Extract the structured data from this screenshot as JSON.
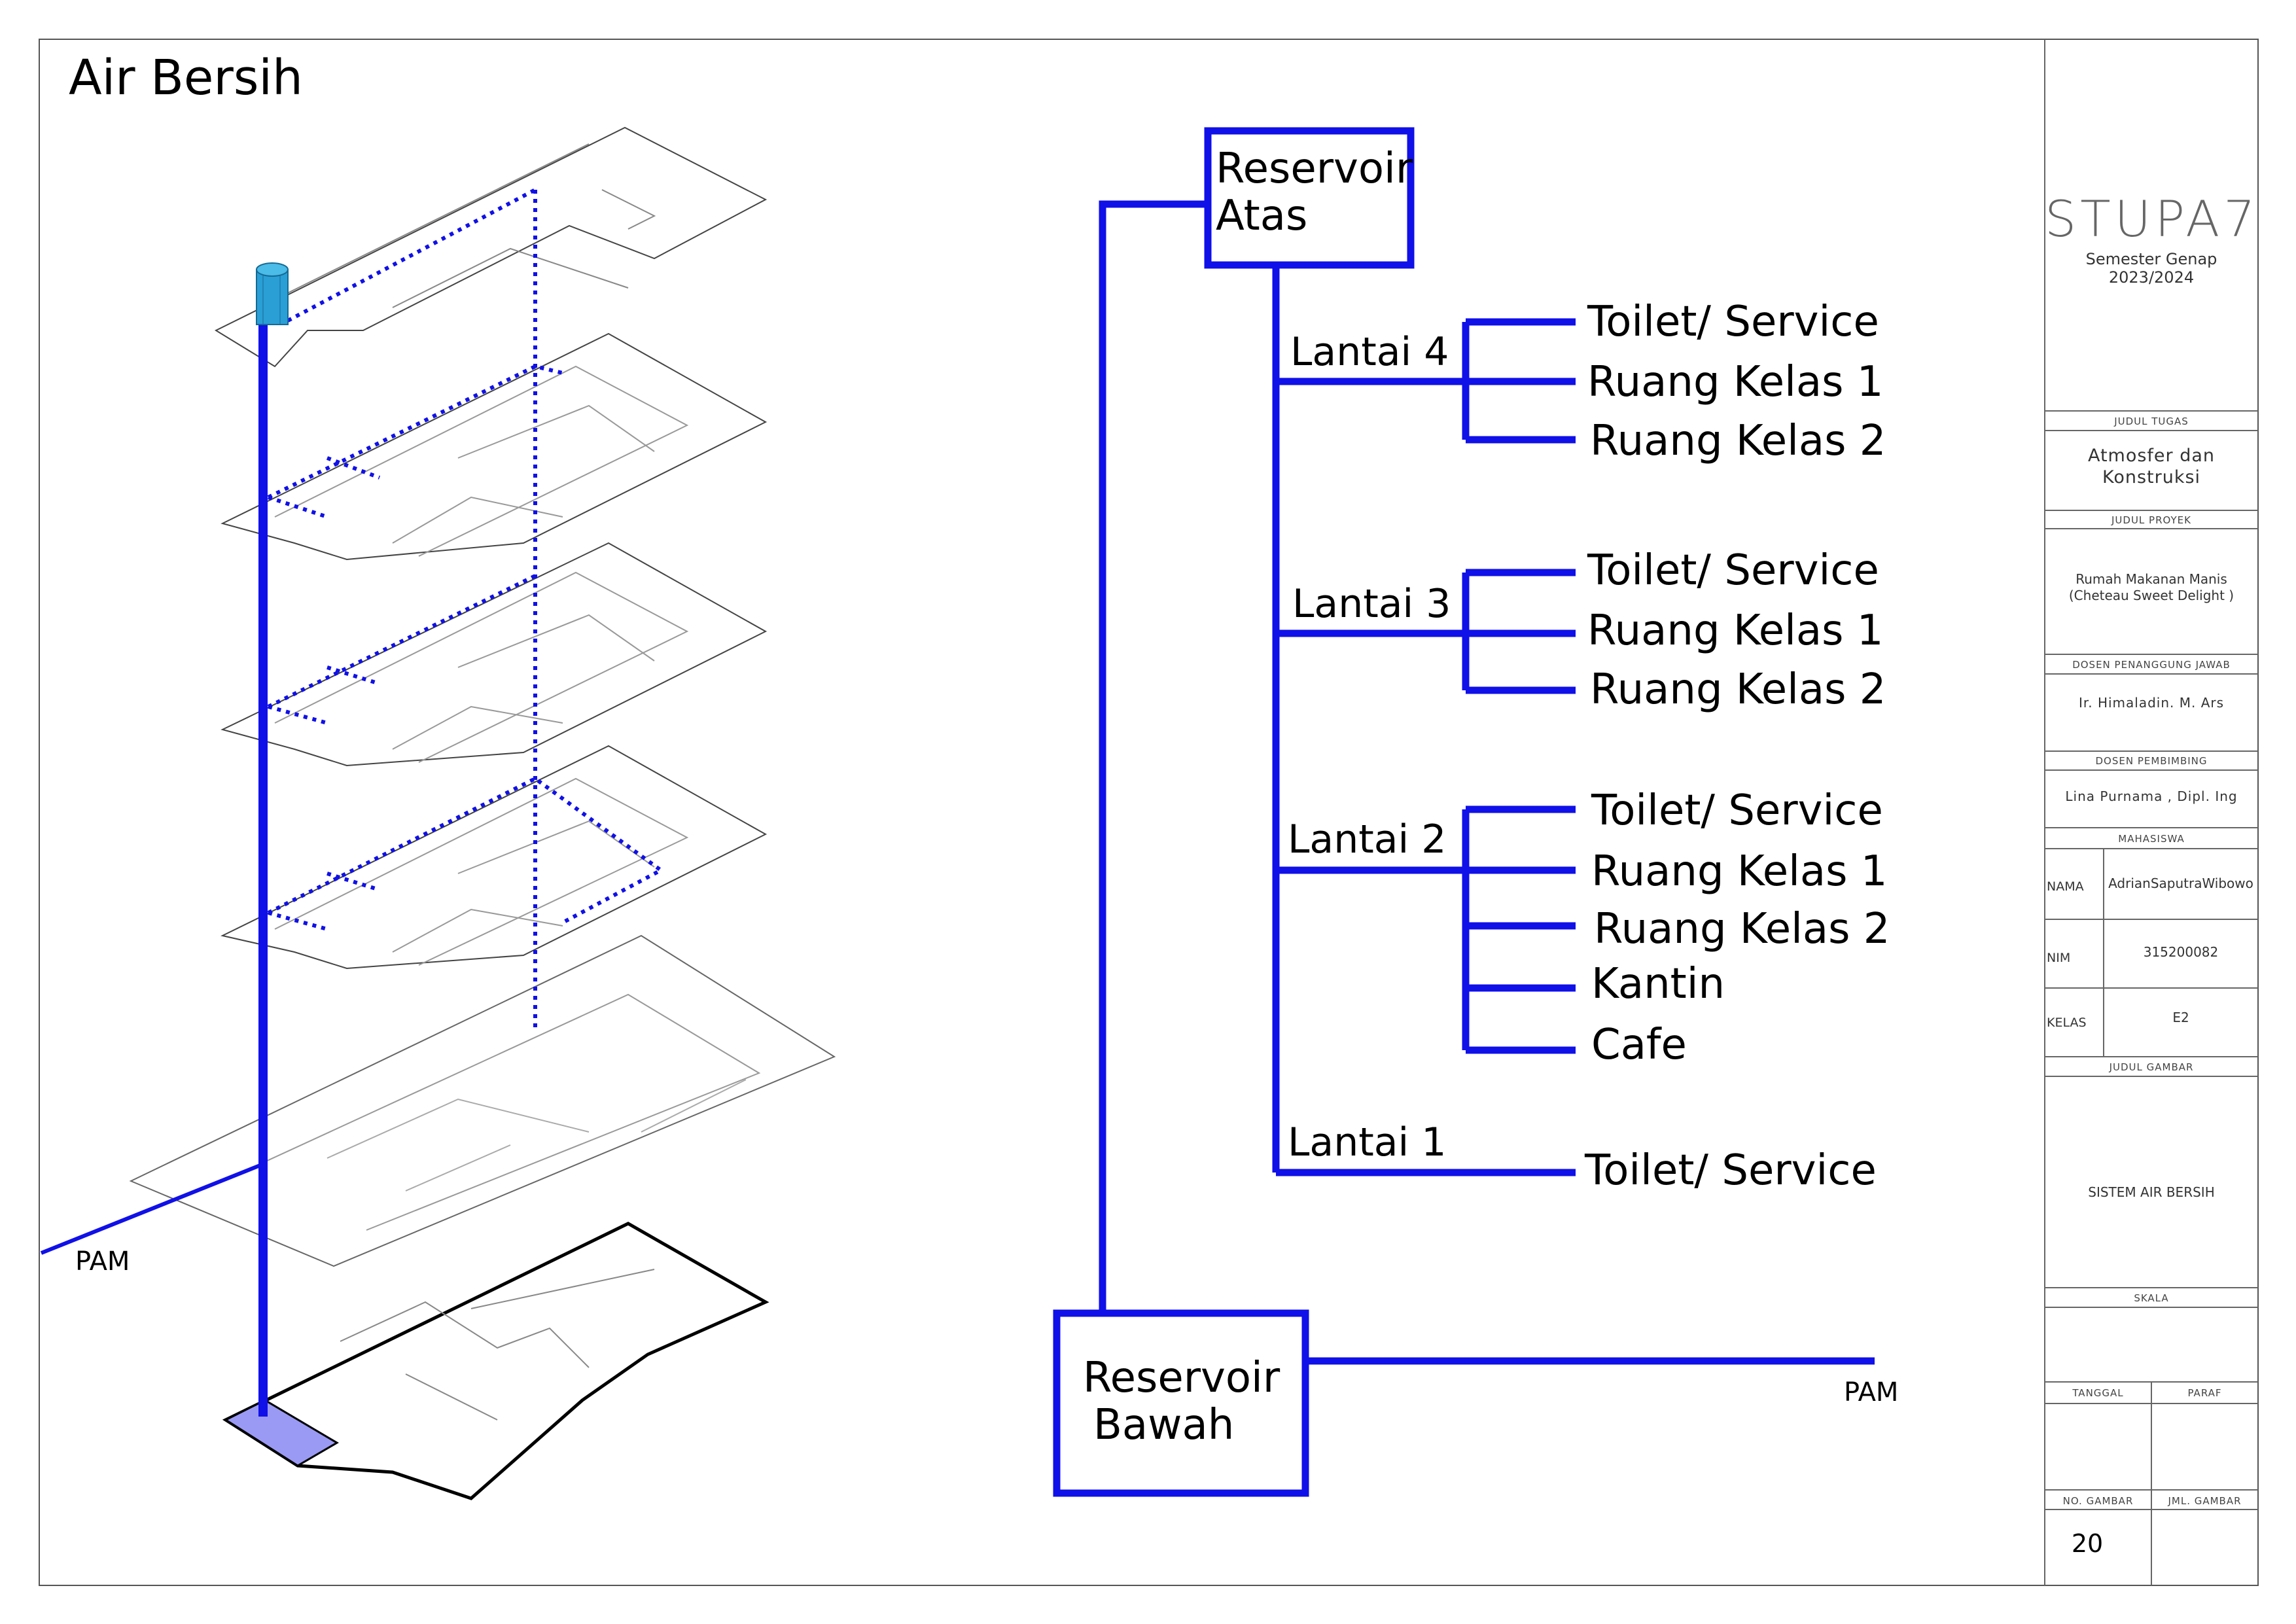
{
  "title": "Air Bersih",
  "pam_left": "PAM",
  "pam_right": "PAM",
  "reservoir_top": {
    "line1": "Reservoir",
    "line2": "Atas"
  },
  "reservoir_bottom": {
    "line1": "Reservoir",
    "line2": "Bawah"
  },
  "floors": [
    {
      "label": "Lantai 4",
      "rooms": [
        "Toilet/ Service",
        "Ruang Kelas 1",
        "Ruang Kelas 2"
      ]
    },
    {
      "label": "Lantai 3",
      "rooms": [
        "Toilet/ Service",
        "Ruang Kelas 1",
        "Ruang Kelas 2"
      ]
    },
    {
      "label": "Lantai 2",
      "rooms": [
        "Toilet/ Service",
        "Ruang Kelas 1",
        "Ruang Kelas 2",
        "Kantin",
        "Cafe"
      ]
    },
    {
      "label": "Lantai 1",
      "rooms": [
        "Toilet/ Service"
      ]
    }
  ],
  "colors": {
    "pipe": "#1010e8",
    "tank": "#2a9fd6",
    "highlight": "#9a9af5"
  },
  "title_block": {
    "logo": "STUPA7",
    "semester": "Semester Genap",
    "year": "2023/2024",
    "judul_tugas_label": "JUDUL TUGAS",
    "judul_tugas": "Atmosfer dan Konstruksi",
    "judul_proyek_label": "JUDUL PROYEK",
    "judul_proyek_1": "Rumah Makanan Manis",
    "judul_proyek_2": "(Cheteau Sweet Delight )",
    "dosen_pj_label": "DOSEN PENANGGUNG JAWAB",
    "dosen_pj": "Ir. Himaladin. M. Ars",
    "dosen_pembimbing_label": "DOSEN PEMBIMBING",
    "dosen_pembimbing": "Lina Purnama , Dipl. Ing",
    "mahasiswa_label": "MAHASISWA",
    "nama_label": "NAMA",
    "nama": "AdrianSaputraWibowo",
    "nim_label": "NIM",
    "nim": "315200082",
    "kelas_label": "KELAS",
    "kelas": "E2",
    "judul_gambar_label": "JUDUL GAMBAR",
    "judul_gambar": "SISTEM AIR BERSIH",
    "skala_label": "SKALA",
    "tanggal_label": "TANGGAL",
    "paraf_label": "PARAF",
    "no_gambar_label": "NO. GAMBAR",
    "jml_gambar_label": "JML. GAMBAR",
    "no_gambar": "20"
  }
}
